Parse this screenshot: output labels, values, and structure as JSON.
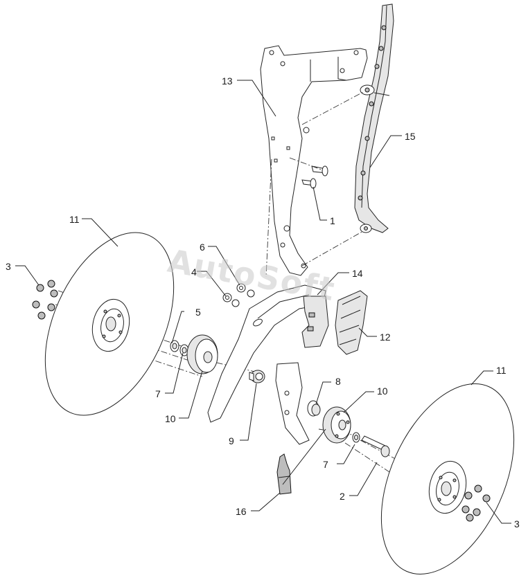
{
  "watermark": "AutoSoft",
  "labels": {
    "p1": "1",
    "p2": "2",
    "p3_left": "3",
    "p3_right": "3",
    "p4": "4",
    "p5": "5",
    "p6": "6",
    "p7_left": "7",
    "p7_right": "7",
    "p8": "8",
    "p9": "9",
    "p10_left": "10",
    "p10_right": "10",
    "p11_left": "11",
    "p11_right": "11",
    "p12": "12",
    "p13": "13",
    "p14": "14",
    "p15": "15",
    "p16": "16"
  }
}
